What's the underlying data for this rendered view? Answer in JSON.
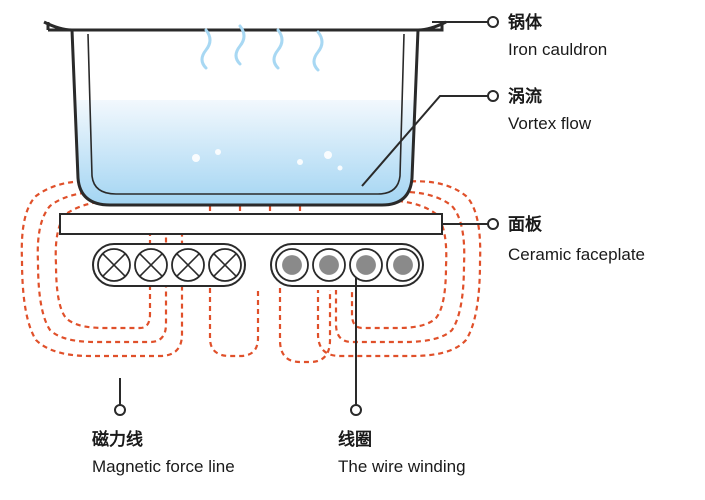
{
  "colors": {
    "outline": "#2a2a2a",
    "field_line": "#e0502a",
    "water_top": "#f2f8fd",
    "water_bottom": "#9fd3f2",
    "steam": "#a8d8f3",
    "coil_dot": "#8a8a8a"
  },
  "labels": {
    "cauldron": {
      "zh": "锅体",
      "en": "Iron cauldron"
    },
    "vortex": {
      "zh": "涡流",
      "en": "Vortex flow"
    },
    "faceplate": {
      "zh": "面板",
      "en": "Ceramic faceplate"
    },
    "magnetic": {
      "zh": "磁力线",
      "en": "Magnetic force line"
    },
    "winding": {
      "zh": "线圈",
      "en": "The wire winding"
    }
  },
  "coils": {
    "into_page_count": 4,
    "out_of_page_count": 4
  }
}
